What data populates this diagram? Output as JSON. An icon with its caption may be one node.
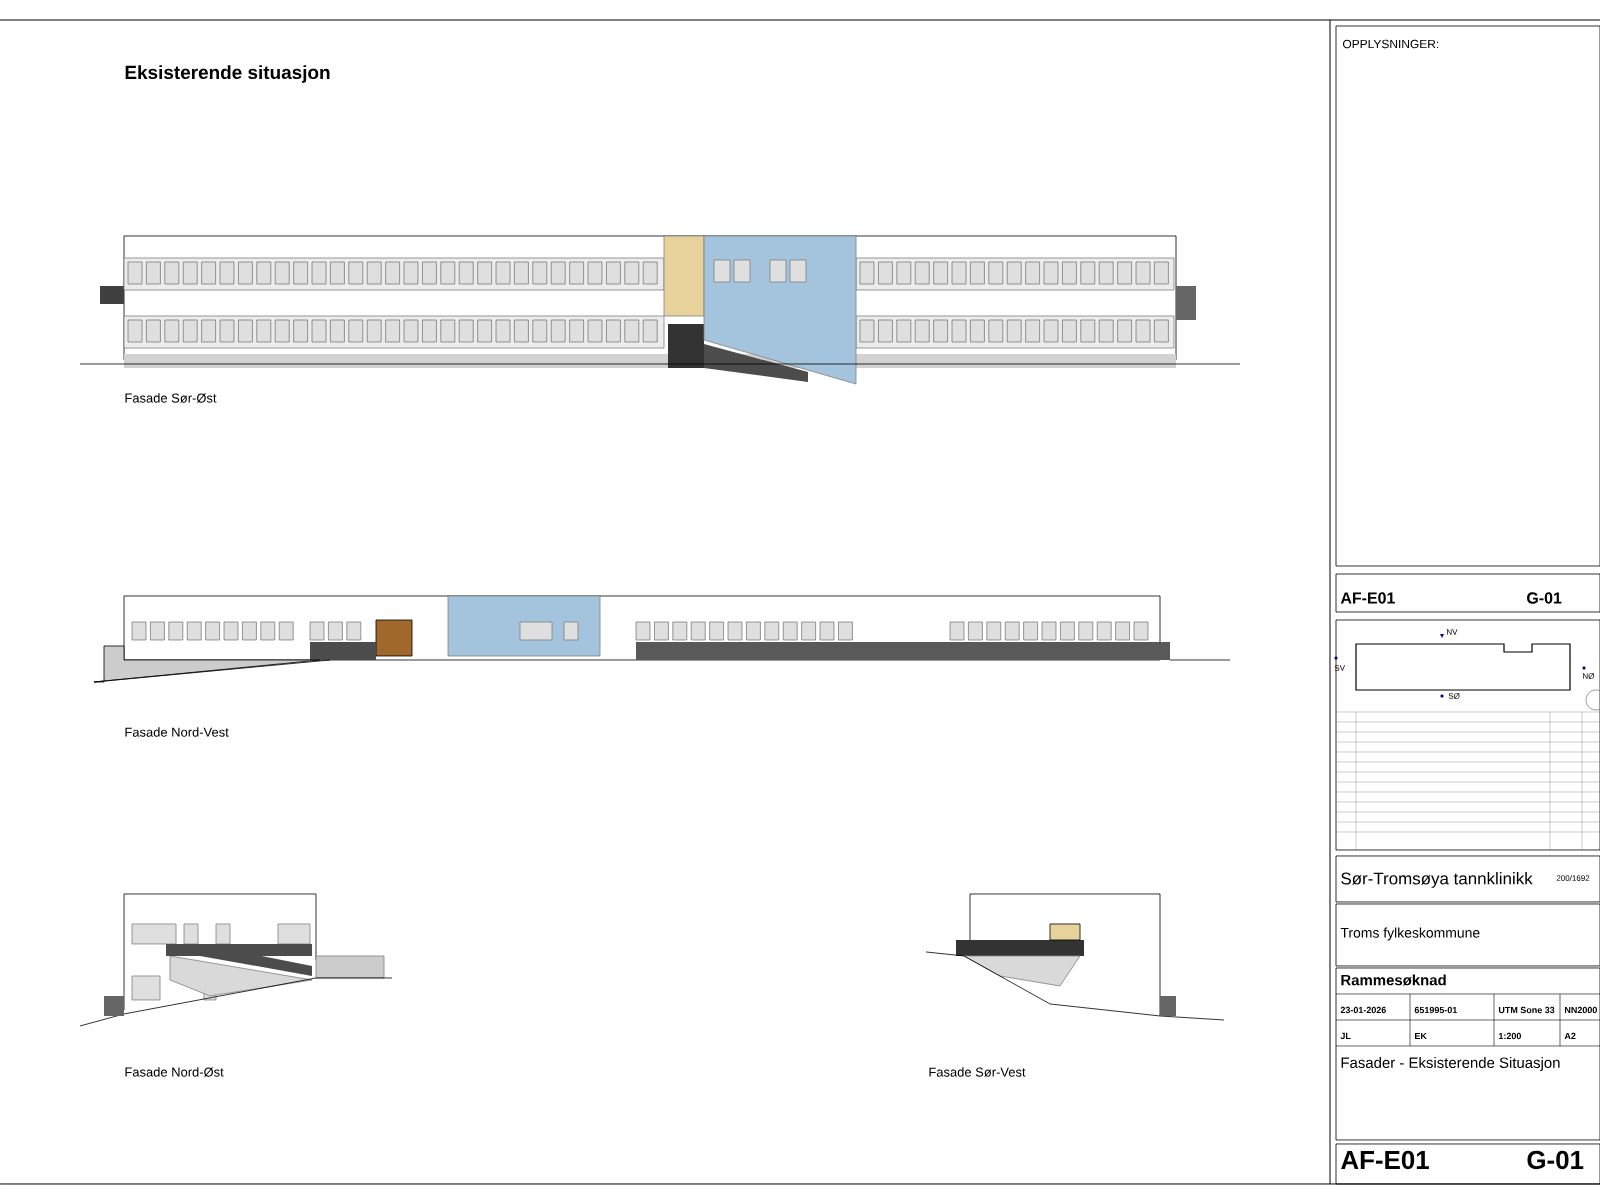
{
  "diagram": {
    "title": "Eksisterende situasjon",
    "labels": [
      "Fasade Sør-Øst",
      "Fasade Nord-Vest",
      "Fasade Nord-Øst",
      "Fasade Sør-Vest",
      "OPPLYSNINGER:",
      "AF-E01",
      "G-01",
      "NV",
      "SV",
      "NØ",
      "SØ",
      "Sør-Tromsøya tannklinikk",
      "200/1692",
      "Troms fylkeskommune",
      "Rammesøknad",
      "23-01-2026",
      "651995-01",
      "UTM Sone 33",
      "NN2000",
      "JL",
      "EK",
      "1:200",
      "A2",
      "Fasader - Eksisterende Situasjon",
      "AF-E01",
      "G-01"
    ]
  }
}
